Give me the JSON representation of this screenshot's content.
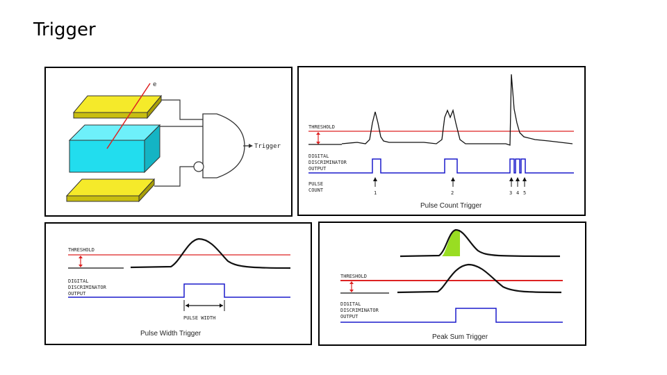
{
  "slide": {
    "title": "Trigger"
  },
  "coincidence_panel": {
    "particle_label": "e",
    "output_label": "Trigger"
  },
  "pulse_count_panel": {
    "threshold_label": "THRESHOLD",
    "discriminator_label": [
      "DIGITAL",
      "DISCRIMINATOR",
      "OUTPUT"
    ],
    "pulse_count_label": [
      "PULSE",
      "COUNT"
    ],
    "counts": [
      "1",
      "2",
      "3",
      "4",
      "5"
    ],
    "caption": "Pulse Count Trigger"
  },
  "pulse_width_panel": {
    "threshold_label": "THRESHOLD",
    "discriminator_label": [
      "DIGITAL",
      "DISCRIMINATOR",
      "OUTPUT"
    ],
    "width_label": "PULSE WIDTH",
    "caption": "Pulse Width Trigger"
  },
  "peak_sum_panel": {
    "threshold_label": "THRESHOLD",
    "discriminator_label": [
      "DIGITAL",
      "DISCRIMINATOR",
      "OUTPUT"
    ],
    "caption": "Peak Sum Trigger"
  },
  "colors": {
    "scintillator": "#f5ea2a",
    "detector": "#22ddee",
    "threshold": "#dd2222",
    "digital": "#1a1acc",
    "peak_fill": "#99dd22"
  }
}
